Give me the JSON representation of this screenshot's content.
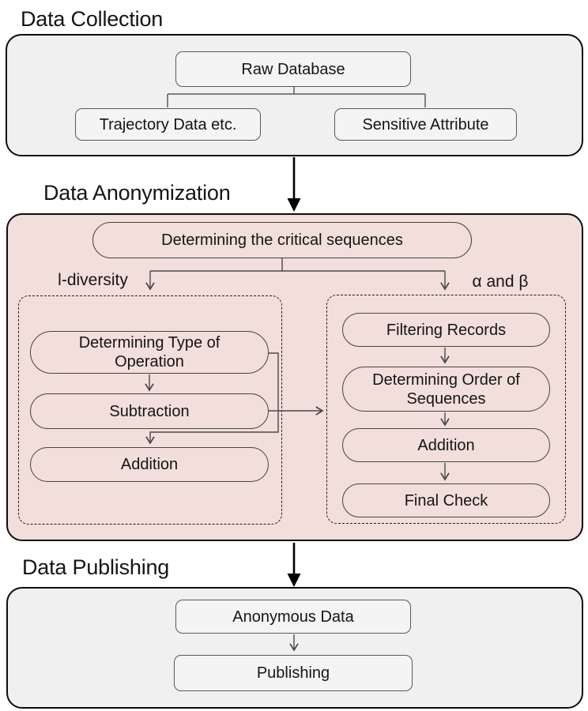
{
  "colors": {
    "page_bg": "#ffffff",
    "section_grey": "#f0f0f0",
    "section_pink": "#f2dedb",
    "node_grey": "#f4f4f4",
    "node_border_grey": "#595959",
    "node_border_dark": "#454545",
    "section_border": "#0d0d0d",
    "connector_thin": "#4a4a4a",
    "connector_thick": "#000000",
    "text": "#151515"
  },
  "sections": {
    "collection": {
      "title": "Data Collection",
      "nodes": {
        "raw_database": "Raw Database",
        "trajectory_data": "Trajectory Data etc.",
        "sensitive_attribute": "Sensitive Attribute"
      }
    },
    "anonymization": {
      "title": "Data Anonymization",
      "root_node": "Determining the critical sequences",
      "left_branch": {
        "label": "l-diversity",
        "nodes": {
          "determining_type": "Determining Type of Operation",
          "subtraction": "Subtraction",
          "addition": "Addition"
        }
      },
      "right_branch": {
        "label": "α and β",
        "nodes": {
          "filtering_records": "Filtering Records",
          "determining_order": "Determining Order of Sequences",
          "addition": "Addition",
          "final_check": "Final Check"
        }
      }
    },
    "publishing": {
      "title": "Data Publishing",
      "nodes": {
        "anonymous_data": "Anonymous Data",
        "publishing": "Publishing"
      }
    }
  }
}
